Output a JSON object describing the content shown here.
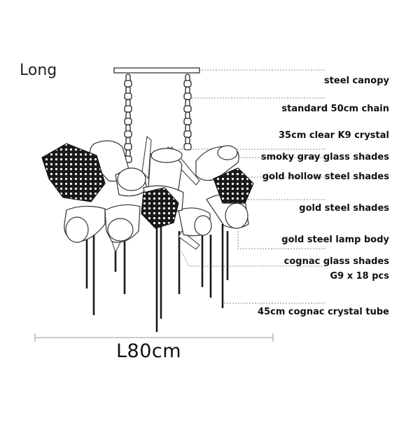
{
  "variant_label": "Long",
  "dimension_label": "L80cm",
  "specs": [
    "steel canopy",
    "standard 50cm chain",
    "35cm clear K9 crystal",
    "smoky gray glass shades",
    "gold hollow steel shades",
    "gold steel shades",
    "gold steel lamp body",
    "cognac glass shades",
    "G9 x 18 pcs",
    "45cm cognac crystal tube"
  ],
  "colors": {
    "line": "#222222",
    "leader": "#8a8a8a",
    "text": "#111111"
  }
}
